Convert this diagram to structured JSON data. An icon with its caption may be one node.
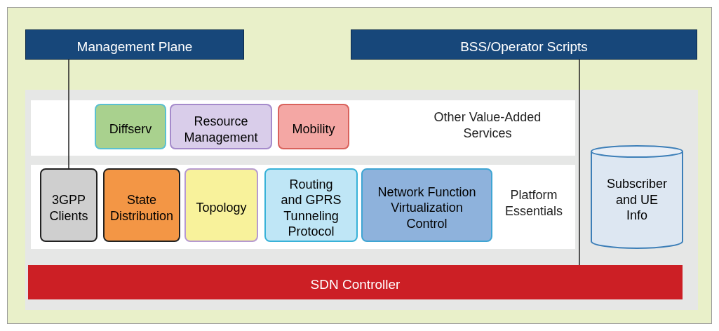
{
  "diagram": {
    "nodes": [
      {
        "text": [
          "Management Plane"
        ]
      },
      {
        "text": [
          "BSS/Operator Scripts"
        ]
      },
      {
        "text": [
          "Diffserv"
        ]
      },
      {
        "text": [
          "Resource Management"
        ]
      },
      {
        "text": [
          "Mobility"
        ]
      },
      {
        "text": [
          "3GPP Clients"
        ]
      },
      {
        "text": [
          "State Distribution"
        ]
      },
      {
        "text": [
          "Topology"
        ]
      },
      {
        "text": [
          "Routing and GPRS Tunneling Protocol"
        ]
      },
      {
        "text": [
          "Network Function Virtualization Control"
        ]
      },
      {
        "text": [
          "Subscriber and UE Info"
        ]
      },
      {
        "text": [
          "SDN Controller"
        ]
      }
    ],
    "edges": [
      {
        "from": 0,
        "to": 5,
        "arrow": "none"
      },
      {
        "from": 1,
        "to": 11,
        "arrow": "none"
      }
    ],
    "labels": [
      "Other Value-Added Services",
      "Platform Essentials"
    ]
  }
}
